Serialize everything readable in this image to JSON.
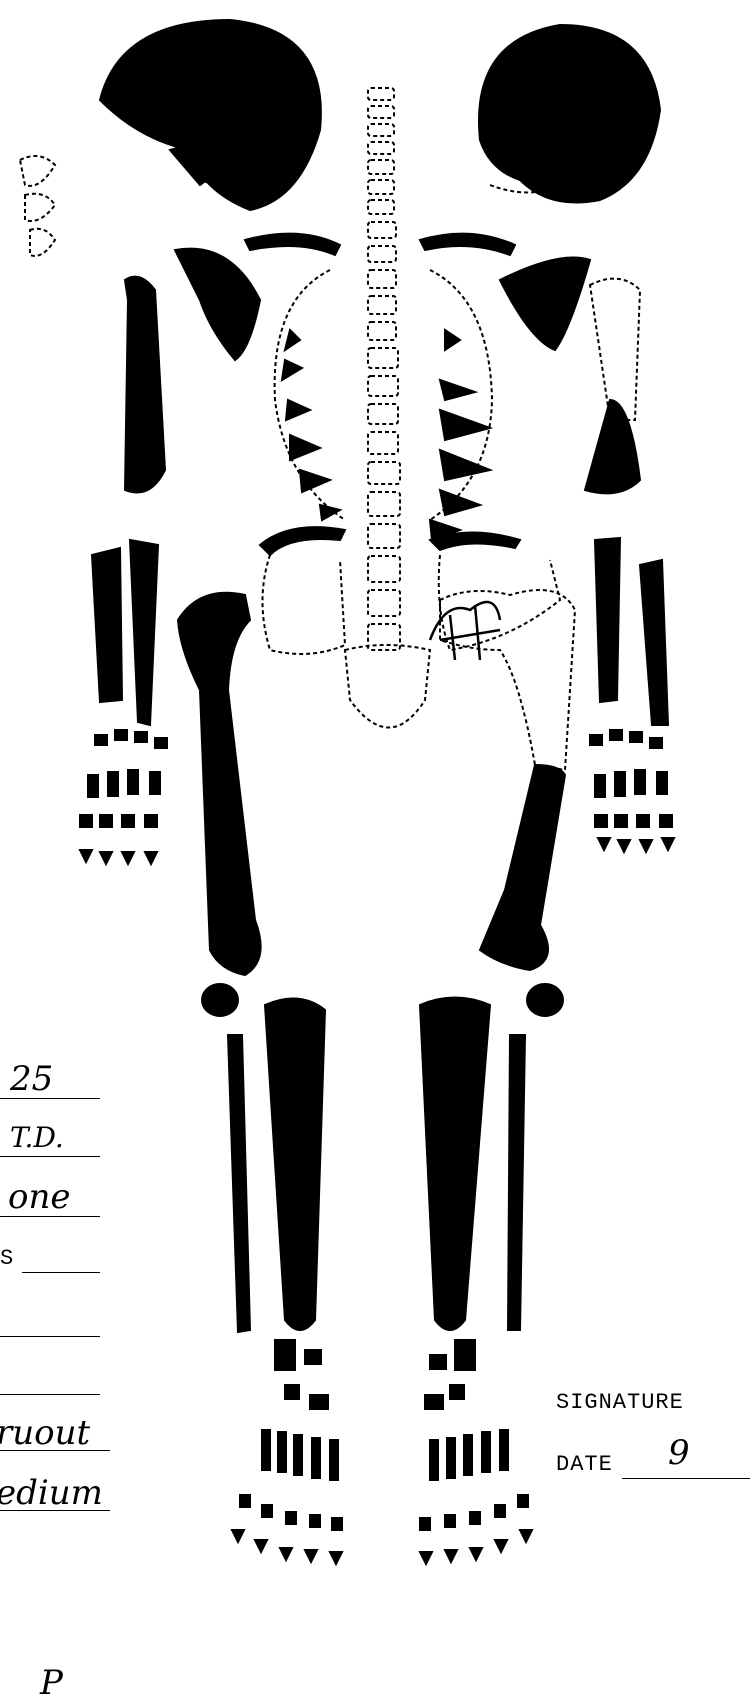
{
  "form_fields": [
    {
      "key": "field-1",
      "value": "25"
    },
    {
      "key": "field-2",
      "value": "T.D."
    },
    {
      "key": "field-3",
      "value": "one"
    },
    {
      "key": "field-4",
      "value": "S"
    },
    {
      "key": "field-5",
      "value": ""
    },
    {
      "key": "field-6",
      "value": ""
    },
    {
      "key": "field-7",
      "value": "ruout"
    },
    {
      "key": "field-8",
      "value": "edium"
    },
    {
      "key": "field-9",
      "value": "P"
    }
  ],
  "signature": {
    "label": "SIGNATURE",
    "value": ""
  },
  "date": {
    "label": "DATE",
    "value": "9"
  },
  "colors": {
    "ink": "#000000",
    "paper": "#ffffff"
  },
  "figure": {
    "type": "skeleton-anterior-diagram",
    "shaded": "burned bone regions marked black"
  }
}
